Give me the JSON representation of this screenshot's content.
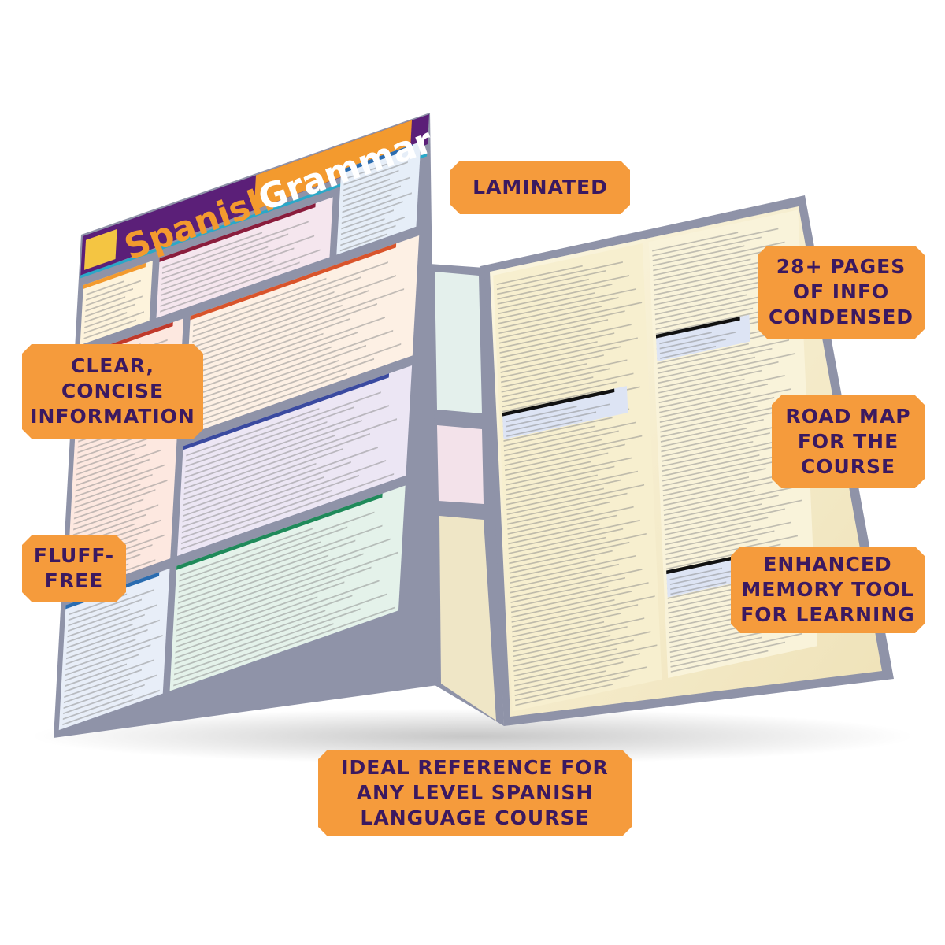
{
  "product": {
    "title_word_1": "Spanish",
    "title_word_2": "Grammar"
  },
  "colors": {
    "label_bg": "#f59b3c",
    "label_text": "#3b1960",
    "header_purple": "#5b1f78",
    "header_orange": "#f39a2e",
    "panel_frame": "#8f93a8",
    "cream": "#f5ecc8"
  },
  "callouts": [
    {
      "id": "laminated",
      "text": "LAMINATED"
    },
    {
      "id": "pages",
      "text": "28+ PAGES\nOF INFO\nCONDENSED"
    },
    {
      "id": "clear",
      "text": "CLEAR,\nCONCISE\nINFORMATION"
    },
    {
      "id": "roadmap",
      "text": "ROAD MAP\nFOR THE\nCOURSE"
    },
    {
      "id": "fluff",
      "text": "FLUFF-\nFREE"
    },
    {
      "id": "memory",
      "text": "ENHANCED\nMEMORY TOOL\nFOR LEARNING"
    },
    {
      "id": "reference",
      "text": "IDEAL REFERENCE FOR\nANY LEVEL SPANISH\nLANGUAGE COURSE"
    }
  ]
}
